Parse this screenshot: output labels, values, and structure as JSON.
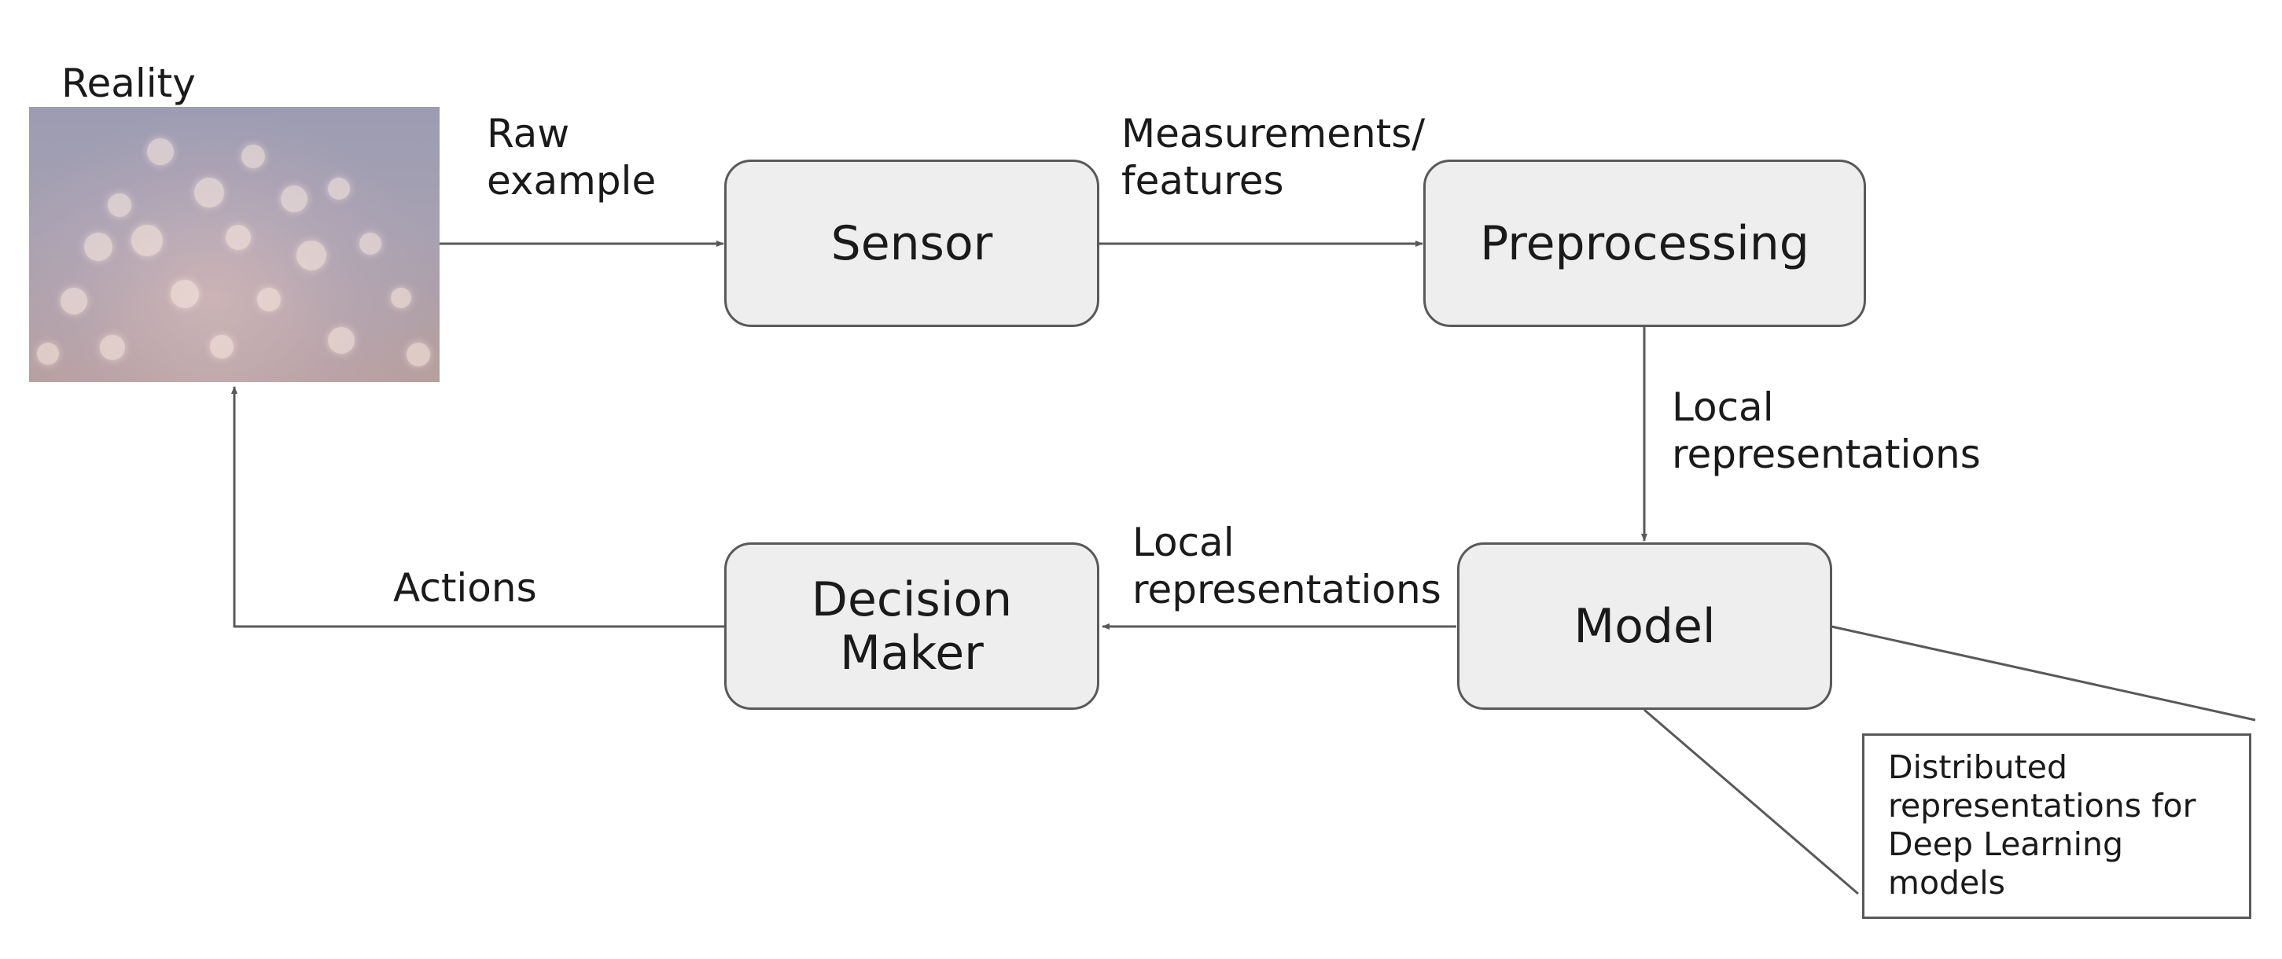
{
  "diagram": {
    "reality_label": "Reality",
    "nodes": {
      "sensor": "Sensor",
      "preprocessing": "Preprocessing",
      "model": "Model",
      "decision_maker": "Decision\nMaker"
    },
    "edges": {
      "raw_example": "Raw\nexample",
      "measurements": "Measurements/\nfeatures",
      "local_rep_down": "Local\nrepresentations",
      "local_rep_left": "Local\nrepresentations",
      "actions": "Actions"
    },
    "callout": "Distributed\nrepresentations for\nDeep Learning\nmodels"
  },
  "colors": {
    "line": "#595959",
    "box_fill": "#eeeeee",
    "box_border": "#595959"
  }
}
